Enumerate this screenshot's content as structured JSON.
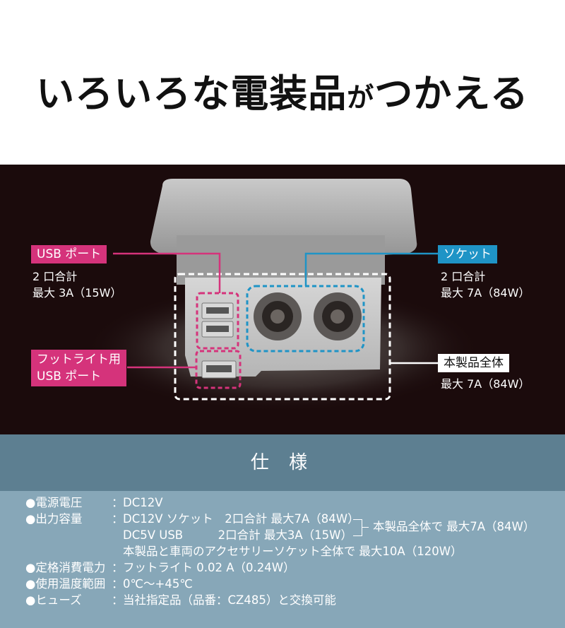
{
  "headline": {
    "part1": "いろいろな電装品",
    "part2": "が",
    "part3": "つかえる"
  },
  "labels": {
    "usb_port": "USB ポート",
    "usb_port_note1": "2 口合計",
    "usb_port_note2": "最大 3A（15W）",
    "footlight_port_line1": "フットライト用",
    "footlight_port_line2": "USB ポート",
    "socket": "ソケット",
    "socket_note1": "2 口合計",
    "socket_note2": "最大 7A（84W）",
    "whole_product": "本製品全体",
    "whole_product_note": "最大 7A（84W）"
  },
  "spec": {
    "title": "仕 様",
    "rows": [
      {
        "label": "●電源電圧",
        "value": "DC12V"
      },
      {
        "label": "●出力容量",
        "value": "DC12V ソケット　2口合計 最大7A（84W）"
      },
      {
        "label": "",
        "value": "DC5V USB　　　2口合計 最大3A（15W）"
      },
      {
        "label": "",
        "value": "本製品と車両のアクセサリーソケット全体で 最大10A（120W）"
      },
      {
        "label": "●定格消費電力",
        "value": "フットライト 0.02 A（0.24W）"
      },
      {
        "label": "●使用温度範囲",
        "value": "0℃〜+45℃"
      },
      {
        "label": "●ヒューズ",
        "value": "当社指定品（品番：CZ485）と交換可能"
      }
    ],
    "bracket_note": "本製品全体で 最大7A（84W）"
  },
  "colors": {
    "pink": "#d5337b",
    "blue": "#1f94c6",
    "spec_header": "#5d7f91",
    "spec_body": "#87a7b8"
  }
}
